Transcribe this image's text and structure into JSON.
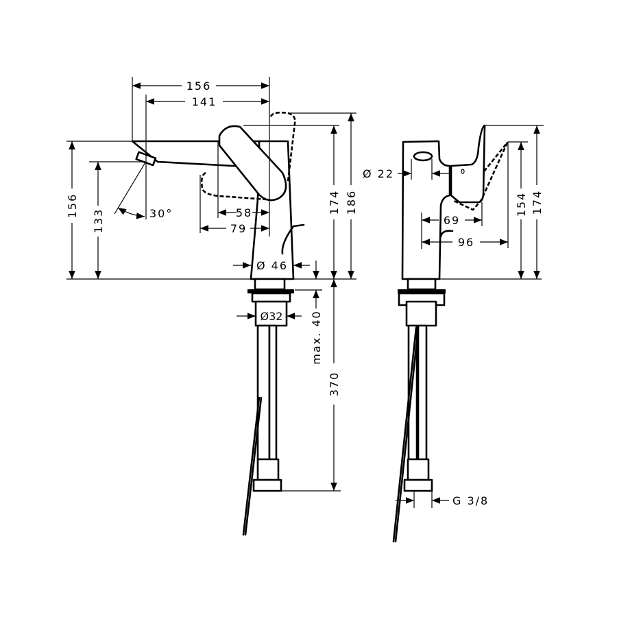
{
  "side_view": {
    "dimensions": {
      "spout_reach_total": "156",
      "spout_reach_outlet": "141",
      "spout_height": "156",
      "outlet_height": "133",
      "jet_angle": "30°",
      "handle_offset_58": "58",
      "handle_offset_79": "79",
      "body_diameter": "Ø 46",
      "height_174": "174",
      "height_186": "186",
      "shank_diameter": "Ø32",
      "max_deck_thickness": "max. 40",
      "hose_length": "370"
    }
  },
  "front_view": {
    "dimensions": {
      "outlet_diameter": "Ø 22",
      "handle_depth_69": "69",
      "handle_depth_96": "96",
      "height_154": "154",
      "height_174": "174",
      "connection_thread": "G 3/8"
    }
  }
}
